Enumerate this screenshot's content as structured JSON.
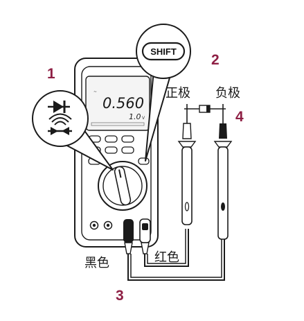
{
  "steps": {
    "one": "1",
    "two": "2",
    "three": "3",
    "four": "4"
  },
  "shift_button": {
    "label": "SHIFT"
  },
  "display": {
    "main_reading": "0.560",
    "sub_reading": "1.0",
    "sub_unit": "V"
  },
  "probes": {
    "positive_label": "正极",
    "negative_label": "负极"
  },
  "leads": {
    "black_label": "黑色",
    "red_label": "红色"
  },
  "icons": {
    "diode": "diode-icon",
    "continuity": "continuity-beeper-icon"
  },
  "colors": {
    "step_number": "#8e1f44",
    "line": "#1a1a1a",
    "meter_fill": "#ffffff",
    "display_fill": "#f4f4f4"
  }
}
